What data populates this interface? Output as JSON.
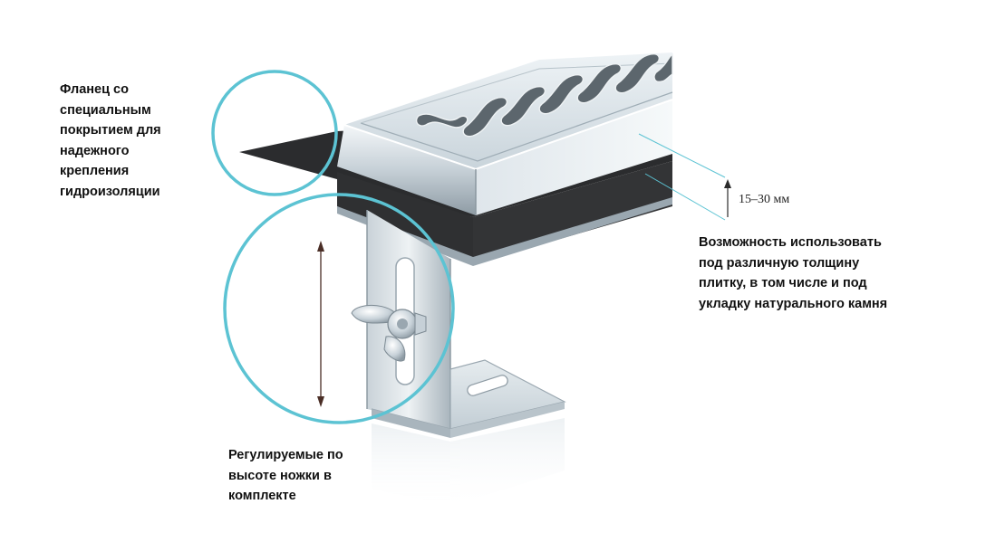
{
  "callouts": {
    "flange": {
      "lines": [
        "Фланец со",
        "специальным",
        "покрытием для",
        "надежного",
        "крепления",
        "гидроизоляции"
      ]
    },
    "tile_thickness": {
      "lines": [
        "Возможность использовать",
        "под различную толщину",
        "плитку, в том числе и под",
        "укладку натурального камня"
      ]
    },
    "legs": {
      "lines": [
        "Регулируемые по",
        "высоте ножки в",
        "комплекте"
      ]
    }
  },
  "dimension": {
    "text": "15–30 мм"
  },
  "colors": {
    "callout_circle": "#5cc3d3",
    "steel_light": "#dde5ea",
    "steel_mid": "#b4c1ca",
    "steel_dark": "#7d8a93",
    "membrane": "#2b2c2e",
    "dimension_arrow": "#2b2b2b",
    "leg_arrow": "#4a2e26"
  }
}
